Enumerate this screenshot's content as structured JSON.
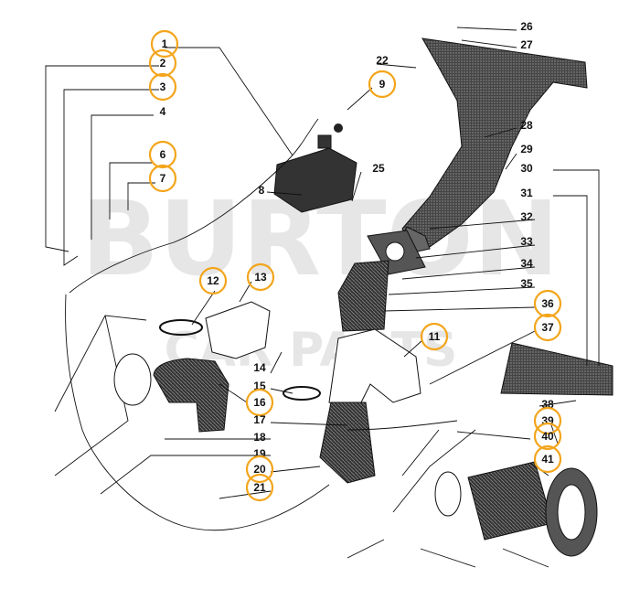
{
  "diagram": {
    "watermark": [
      "BURTON",
      "CAR PARTS"
    ],
    "highlight_color": "#f3a51b",
    "callouts": [
      {
        "num": "1",
        "highlighted": true
      },
      {
        "num": "2",
        "highlighted": true
      },
      {
        "num": "3",
        "highlighted": true
      },
      {
        "num": "4",
        "highlighted": false
      },
      {
        "num": "6",
        "highlighted": true
      },
      {
        "num": "7",
        "highlighted": true
      },
      {
        "num": "8",
        "highlighted": false
      },
      {
        "num": "9",
        "highlighted": true
      },
      {
        "num": "11",
        "highlighted": true
      },
      {
        "num": "12",
        "highlighted": true
      },
      {
        "num": "13",
        "highlighted": true
      },
      {
        "num": "14",
        "highlighted": false
      },
      {
        "num": "15",
        "highlighted": false
      },
      {
        "num": "16",
        "highlighted": true
      },
      {
        "num": "17",
        "highlighted": false
      },
      {
        "num": "18",
        "highlighted": false
      },
      {
        "num": "19",
        "highlighted": false
      },
      {
        "num": "20",
        "highlighted": true
      },
      {
        "num": "21",
        "highlighted": true
      },
      {
        "num": "22",
        "highlighted": false
      },
      {
        "num": "25",
        "highlighted": false
      },
      {
        "num": "26",
        "highlighted": false
      },
      {
        "num": "27",
        "highlighted": false
      },
      {
        "num": "28",
        "highlighted": false
      },
      {
        "num": "29",
        "highlighted": false
      },
      {
        "num": "30",
        "highlighted": false
      },
      {
        "num": "31",
        "highlighted": false
      },
      {
        "num": "32",
        "highlighted": false
      },
      {
        "num": "33",
        "highlighted": false
      },
      {
        "num": "34",
        "highlighted": false
      },
      {
        "num": "35",
        "highlighted": false
      },
      {
        "num": "36",
        "highlighted": true
      },
      {
        "num": "37",
        "highlighted": true
      },
      {
        "num": "38",
        "highlighted": false
      },
      {
        "num": "39",
        "highlighted": true
      },
      {
        "num": "40",
        "highlighted": true
      },
      {
        "num": "41",
        "highlighted": true
      }
    ]
  }
}
